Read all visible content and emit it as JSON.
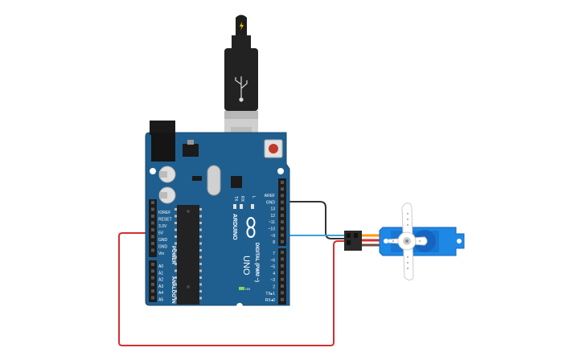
{
  "board": {
    "brand": "ARDUINO",
    "model": "UNO",
    "power_header_title": "POWER",
    "analog_header_title": "ANALOG IN",
    "digital_header_title": "DIGITAL (PWM ~)",
    "tx_label": "TX",
    "rx_label": "RX",
    "l_label": "L",
    "on_label": "ON",
    "power_pins": [
      "IOREF",
      "RESET",
      "3.3V",
      "5V",
      "GND",
      "GND",
      "Vin"
    ],
    "analog_pins": [
      "A0",
      "A1",
      "A2",
      "A3",
      "A4",
      "A5"
    ],
    "digital_top_pins": [
      "AREF",
      "GND",
      "13",
      "12",
      "~11",
      "~10",
      "~9",
      "8"
    ],
    "digital_bottom_pins": [
      "7",
      "~6",
      "~5",
      "4",
      "~3",
      "2",
      "TX▸1",
      "RX◂0"
    ]
  },
  "colors": {
    "board": "#1f5f8f",
    "board_edge": "#174a70",
    "header": "#1d1d1d",
    "chip": "#222222",
    "wire_red": "#d32f2f",
    "wire_black": "#333333",
    "wire_blue": "#3aa0d8",
    "servo_blue": "#1e88e5",
    "servo_horn": "#ffffff",
    "usb_plug": "#222222",
    "usb_metal": "#cfcfcf"
  },
  "icons": {
    "plug_tip": "lightning-bolt-icon",
    "reset_button": "reset-button-icon",
    "arduino_logo": "infinity-logo-icon"
  }
}
